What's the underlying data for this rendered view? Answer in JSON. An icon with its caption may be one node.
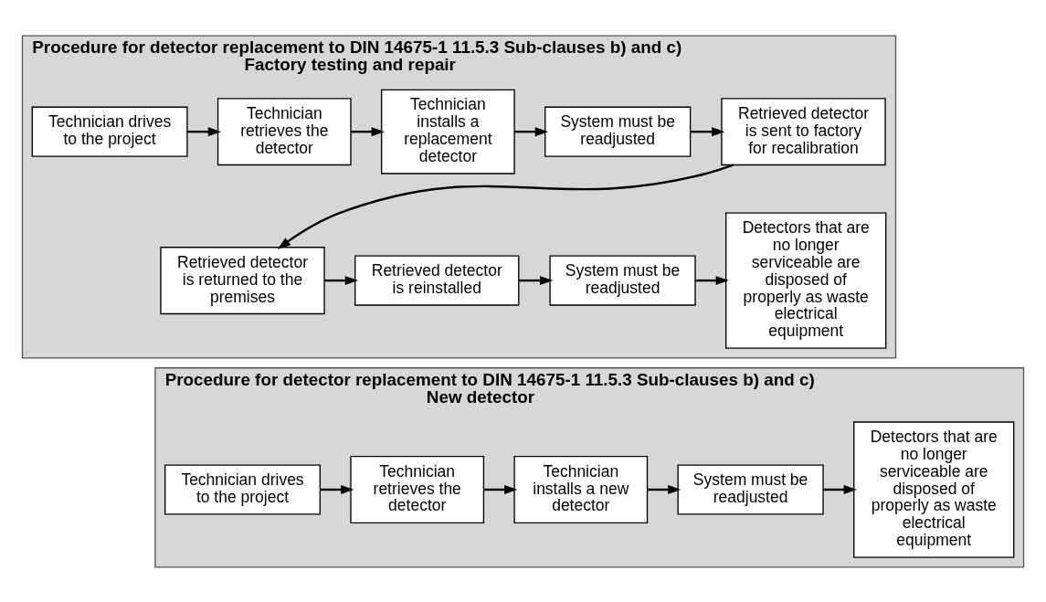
{
  "diagram": {
    "nodes": [
      {
        "text": [
          "Procedure for detector replacement to DIN 14675-1 11.5.3 Sub-clauses b) and c)",
          "Factory testing and repair"
        ]
      },
      {
        "text": [
          "Technician drives to the project"
        ],
        "in": 0
      },
      {
        "text": [
          "Technician retrieves the detector"
        ],
        "in": 0
      },
      {
        "text": [
          "Technician installs a replacement detector"
        ],
        "in": 0
      },
      {
        "text": [
          "System must be readjusted"
        ],
        "in": 0
      },
      {
        "text": [
          "Retrieved detector is sent to factory for recalibration"
        ],
        "in": 0
      },
      {
        "text": [
          "Retrieved detector is returned to the premises"
        ],
        "in": 0
      },
      {
        "text": [
          "Retrieved detector is reinstalled"
        ],
        "in": 0
      },
      {
        "text": [
          "System must be readjusted"
        ],
        "in": 0
      },
      {
        "text": [
          "Detectors that are no longer serviceable are disposed of properly as waste electrical equipment"
        ],
        "in": 0
      },
      {
        "text": [
          "Procedure for detector replacement to DIN 14675-1 11.5.3 Sub-clauses b) and c)",
          "New detector"
        ]
      },
      {
        "text": [
          "Technician drives to the project"
        ],
        "in": 10
      },
      {
        "text": [
          "Technician retrieves the detector"
        ],
        "in": 10
      },
      {
        "text": [
          "Technician installs a new detector"
        ],
        "in": 10
      },
      {
        "text": [
          "System must be readjusted"
        ],
        "in": 10
      },
      {
        "text": [
          "Detectors that are no longer serviceable are disposed of properly as waste electrical equipment"
        ],
        "in": 10
      }
    ],
    "edges": [
      {
        "from": 1,
        "to": 2,
        "arrow": "to"
      },
      {
        "from": 2,
        "to": 3,
        "arrow": "to"
      },
      {
        "from": 3,
        "to": 4,
        "arrow": "to"
      },
      {
        "from": 4,
        "to": 5,
        "arrow": "to"
      },
      {
        "from": 5,
        "to": 6,
        "arrow": "to"
      },
      {
        "from": 6,
        "to": 7,
        "arrow": "to"
      },
      {
        "from": 7,
        "to": 8,
        "arrow": "to"
      },
      {
        "from": 8,
        "to": 9,
        "arrow": "to"
      },
      {
        "from": 11,
        "to": 12,
        "arrow": "to"
      },
      {
        "from": 12,
        "to": 13,
        "arrow": "to"
      },
      {
        "from": 13,
        "to": 14,
        "arrow": "to"
      },
      {
        "from": 14,
        "to": 15,
        "arrow": "to"
      }
    ]
  }
}
